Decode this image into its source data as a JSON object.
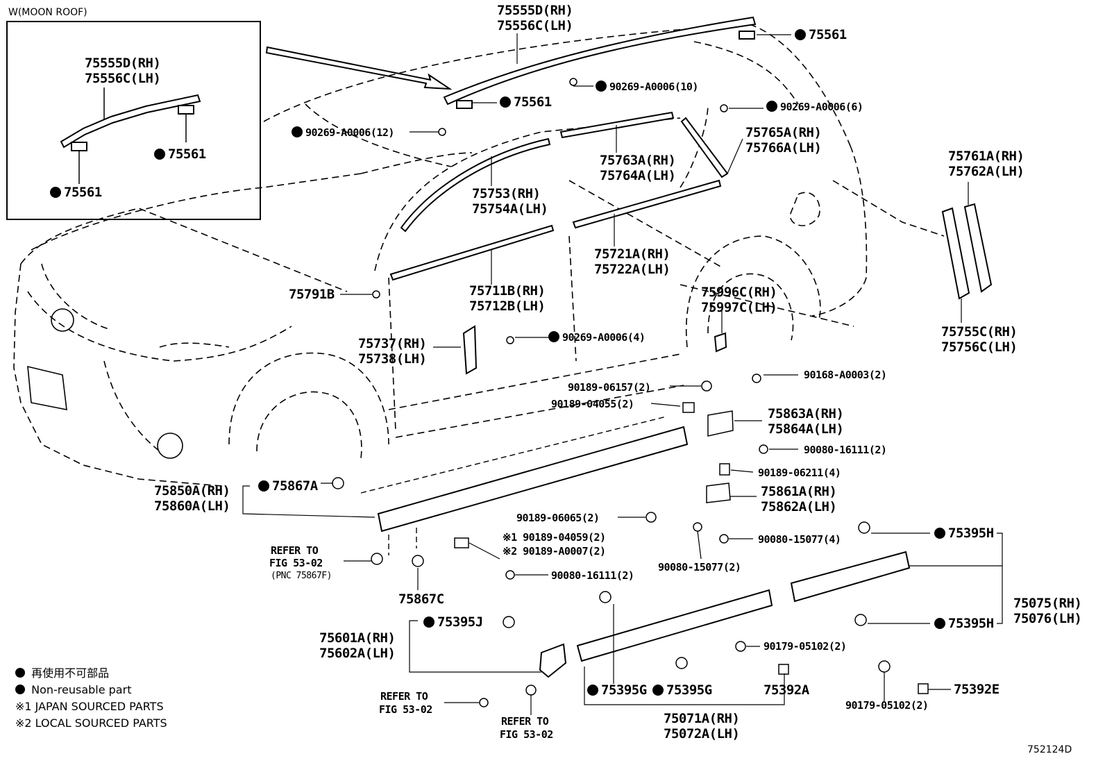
{
  "inset": {
    "title": "W(MOON ROOF)",
    "pnc_rh": "75555D(RH)",
    "pnc_lh": "75556C(LH)",
    "clip_a": "75561",
    "clip_b": "75561"
  },
  "top": {
    "roof_rh": "75555D(RH)",
    "roof_lh": "75556C(LH)",
    "clip_right": "75561",
    "clip_mid": "75561"
  },
  "labels": {
    "screw_10": "90269-A0006(10)",
    "screw_12": "90269-A0006(12)",
    "screw_6": "90269-A0006(6)",
    "rear_rh": "75765A(RH)",
    "rear_lh": "75766A(LH)",
    "upper_rear_rh": "75763A(RH)",
    "upper_rear_lh": "75764A(LH)",
    "upper_front_rh": "75753(RH)",
    "upper_front_lh": "75754A(LH)",
    "belt_rear_rh": "75721A(RH)",
    "belt_rear_lh": "75722A(LH)",
    "belt_front_rh": "75711B(RH)",
    "belt_front_lh": "75712B(LH)",
    "clip_791": "75791B",
    "pillar_rh": "75737(RH)",
    "pillar_lh": "75738(LH)",
    "screw_4": "90269-A0006(4)",
    "qpanel_rh": "75996C(RH)",
    "qpanel_lh": "75997C(LH)",
    "garn_rh": "75761A(RH)",
    "garn_lh": "75762A(LH)",
    "garn2_rh": "75755C(RH)",
    "garn2_lh": "75756C(LH)",
    "c_90189_06157": "90189-06157(2)",
    "c_90168": "90168-A0003(2)",
    "c_90189_04055": "90189-04055(2)",
    "brk_rh": "75863A(RH)",
    "brk_lh": "75864A(LH)",
    "s_90080_16111a": "90080-16111(2)",
    "c_90189_06211": "90189-06211(4)",
    "brk2_rh": "75861A(RH)",
    "brk2_lh": "75862A(LH)",
    "c_90189_06065": "90189-06065(2)",
    "s_90080_15077a": "90080-15077(4)",
    "s_90080_15077b": "90080-15077(2)",
    "mark1": "※1 90189-04059(2)",
    "mark2": "※2 90189-A0007(2)",
    "s_90080_16111b": "90080-16111(2)",
    "rocker_rh": "75850A(RH)",
    "rocker_lh": "75860A(LH)",
    "c_75867A": "75867A",
    "refer1a": "REFER TO",
    "refer1b": "FIG 53-02",
    "refer1c": "(PNC 75867F)",
    "c_75867C": "75867C",
    "flap_rh": "75601A(RH)",
    "flap_lh": "75602A(LH)",
    "c_75395J": "75395J",
    "refer2a": "REFER TO",
    "refer2b": "FIG 53-02",
    "refer3a": "REFER TO",
    "refer3b": "FIG 53-02",
    "c_75395H_a": "75395H",
    "c_75395H_b": "75395H",
    "rdoor_rh": "75075(RH)",
    "rdoor_lh": "75076(LH)",
    "c_90179_a": "90179-05102(2)",
    "c_90179_b": "90179-05102(2)",
    "c_75392E": "75392E",
    "c_75395G_a": "75395G",
    "c_75395G_b": "75395G",
    "c_75392A": "75392A",
    "fdoor_rh": "75071A(RH)",
    "fdoor_lh": "75072A(LH)"
  },
  "legend": {
    "jp": "再使用不可部品",
    "en": "Non-reusable part",
    "m1": "※1 JAPAN SOURCED PARTS",
    "m2": "※2 LOCAL SOURCED PARTS"
  },
  "figure_code": "752124D"
}
